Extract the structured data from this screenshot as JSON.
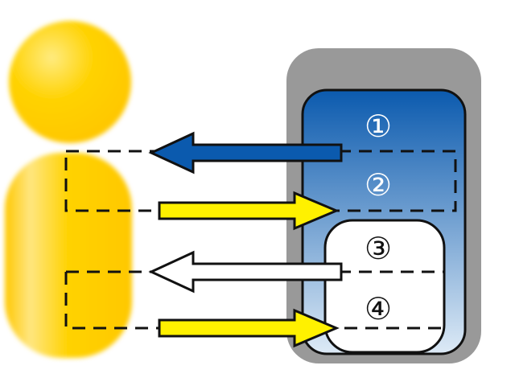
{
  "diagram": {
    "colors": {
      "person": "#FFD200",
      "device_frame": "#999999",
      "gradient_top": "#0B5AAE",
      "gradient_bottom": "#DDEAF6",
      "arrow_blue": "#0B5AAE",
      "arrow_yellow": "#FFF100",
      "arrow_white": "#FFFFFF",
      "outline": "#111111"
    },
    "labels": {
      "step1": "①",
      "step2": "②",
      "step3": "③",
      "step4": "④"
    },
    "arrows": [
      {
        "id": "arrow-1",
        "direction": "left",
        "color": "blue"
      },
      {
        "id": "arrow-2",
        "direction": "right",
        "color": "yellow"
      },
      {
        "id": "arrow-3",
        "direction": "left",
        "color": "white"
      },
      {
        "id": "arrow-4",
        "direction": "right",
        "color": "yellow"
      }
    ]
  }
}
